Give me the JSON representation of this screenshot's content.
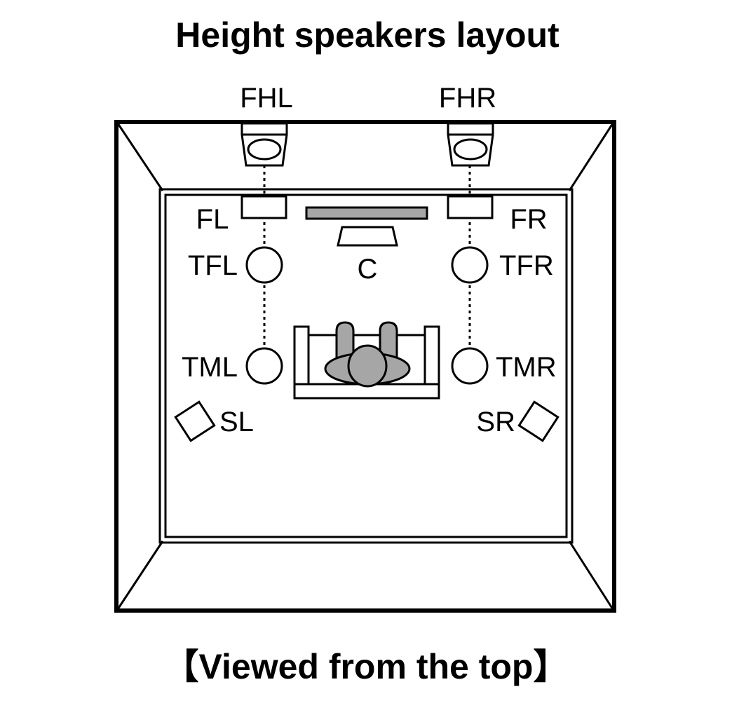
{
  "title": "Height speakers layout",
  "caption": "【Viewed from the top】",
  "speakers": {
    "fhl": "FHL",
    "fhr": "FHR",
    "fl": "FL",
    "fr": "FR",
    "c": "C",
    "tfl": "TFL",
    "tfr": "TFR",
    "tml": "TML",
    "tmr": "TMR",
    "sl": "SL",
    "sr": "SR"
  },
  "colors": {
    "line": "#000000",
    "listener": "#a6a6a6",
    "background": "#ffffff"
  }
}
